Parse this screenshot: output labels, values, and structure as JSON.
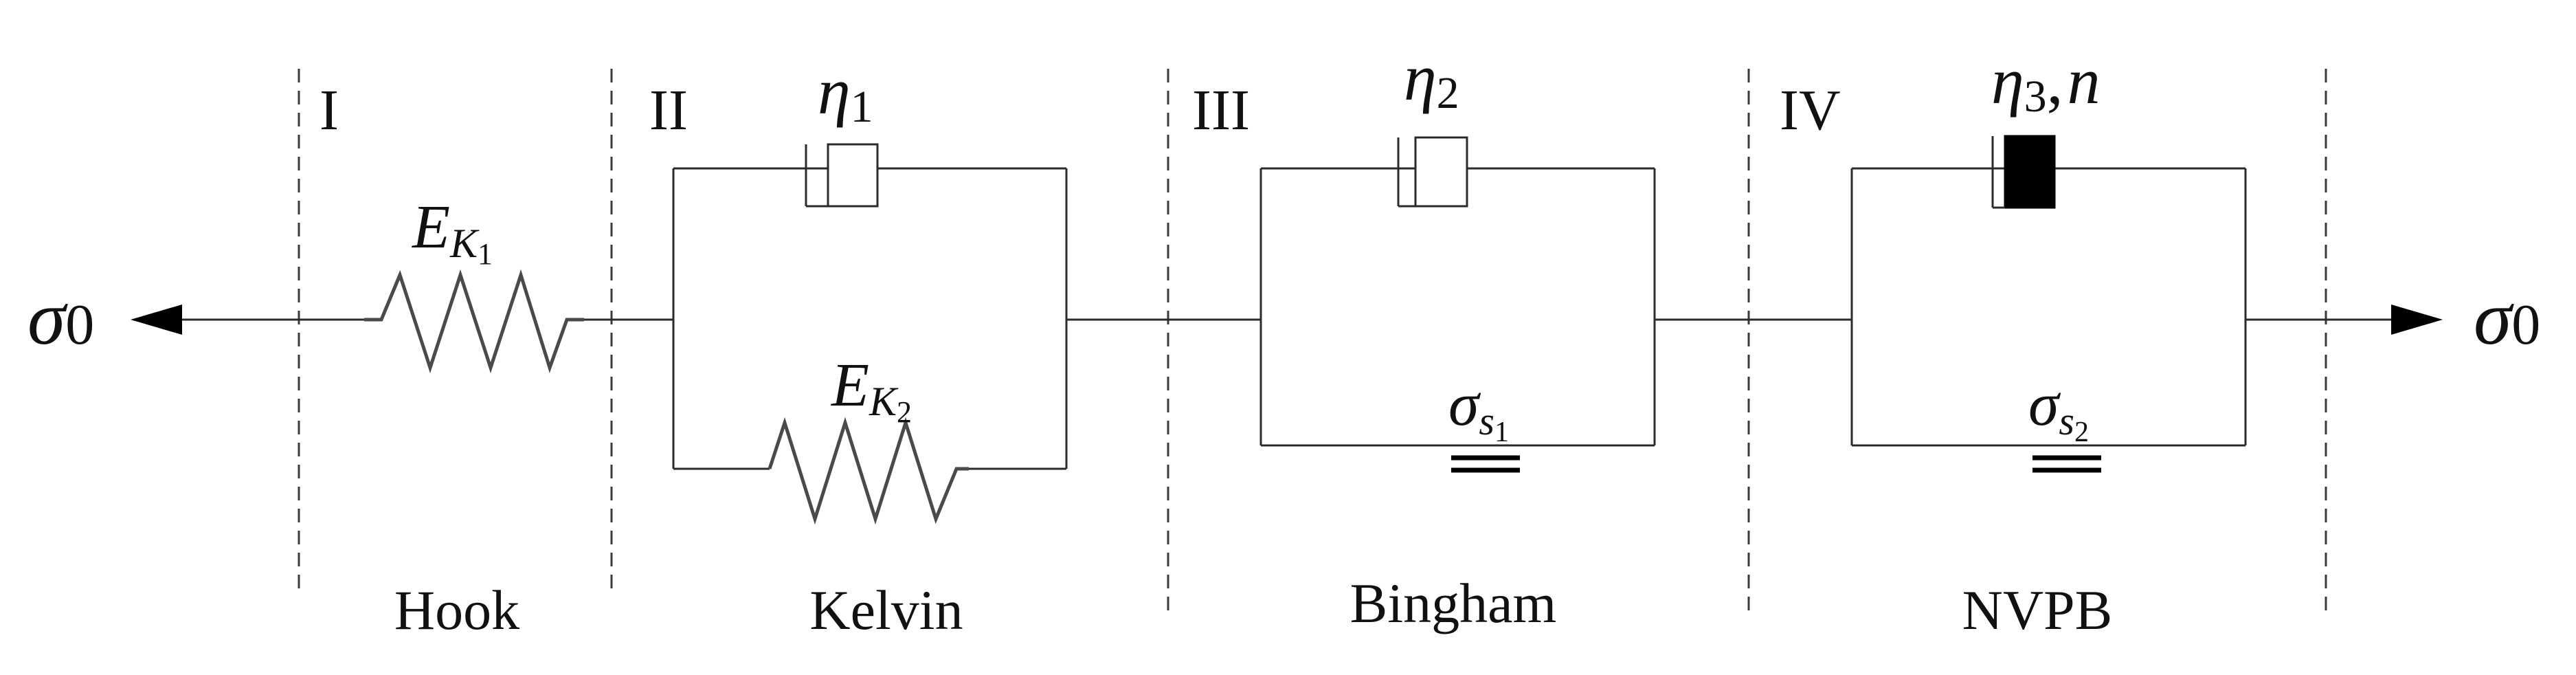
{
  "sections": [
    {
      "roman": "I",
      "caption": "Hook"
    },
    {
      "roman": "II",
      "caption": "Kelvin"
    },
    {
      "roman": "III",
      "caption": "Bingham"
    },
    {
      "roman": "IV",
      "caption": "NVPB"
    }
  ],
  "stress": {
    "symbol": "σ",
    "subscript": "0"
  },
  "hook": {
    "label": "E",
    "sub": "K",
    "subsub": "1"
  },
  "kelvin": {
    "dashpot_label": "η",
    "dashpot_sub": "1",
    "spring_label": "E",
    "spring_sub": "K",
    "spring_subsub": "2"
  },
  "bingham": {
    "dashpot_label": "η",
    "dashpot_sub": "2",
    "slider_label": "σ",
    "slider_sub": "s",
    "slider_subsub": "1"
  },
  "nvpb": {
    "dashpot_label": "η",
    "dashpot_sub": "3",
    "dashpot_extra": ",",
    "dashpot_exponent": "n",
    "slider_label": "σ",
    "slider_sub": "s",
    "slider_subsub": "2"
  }
}
